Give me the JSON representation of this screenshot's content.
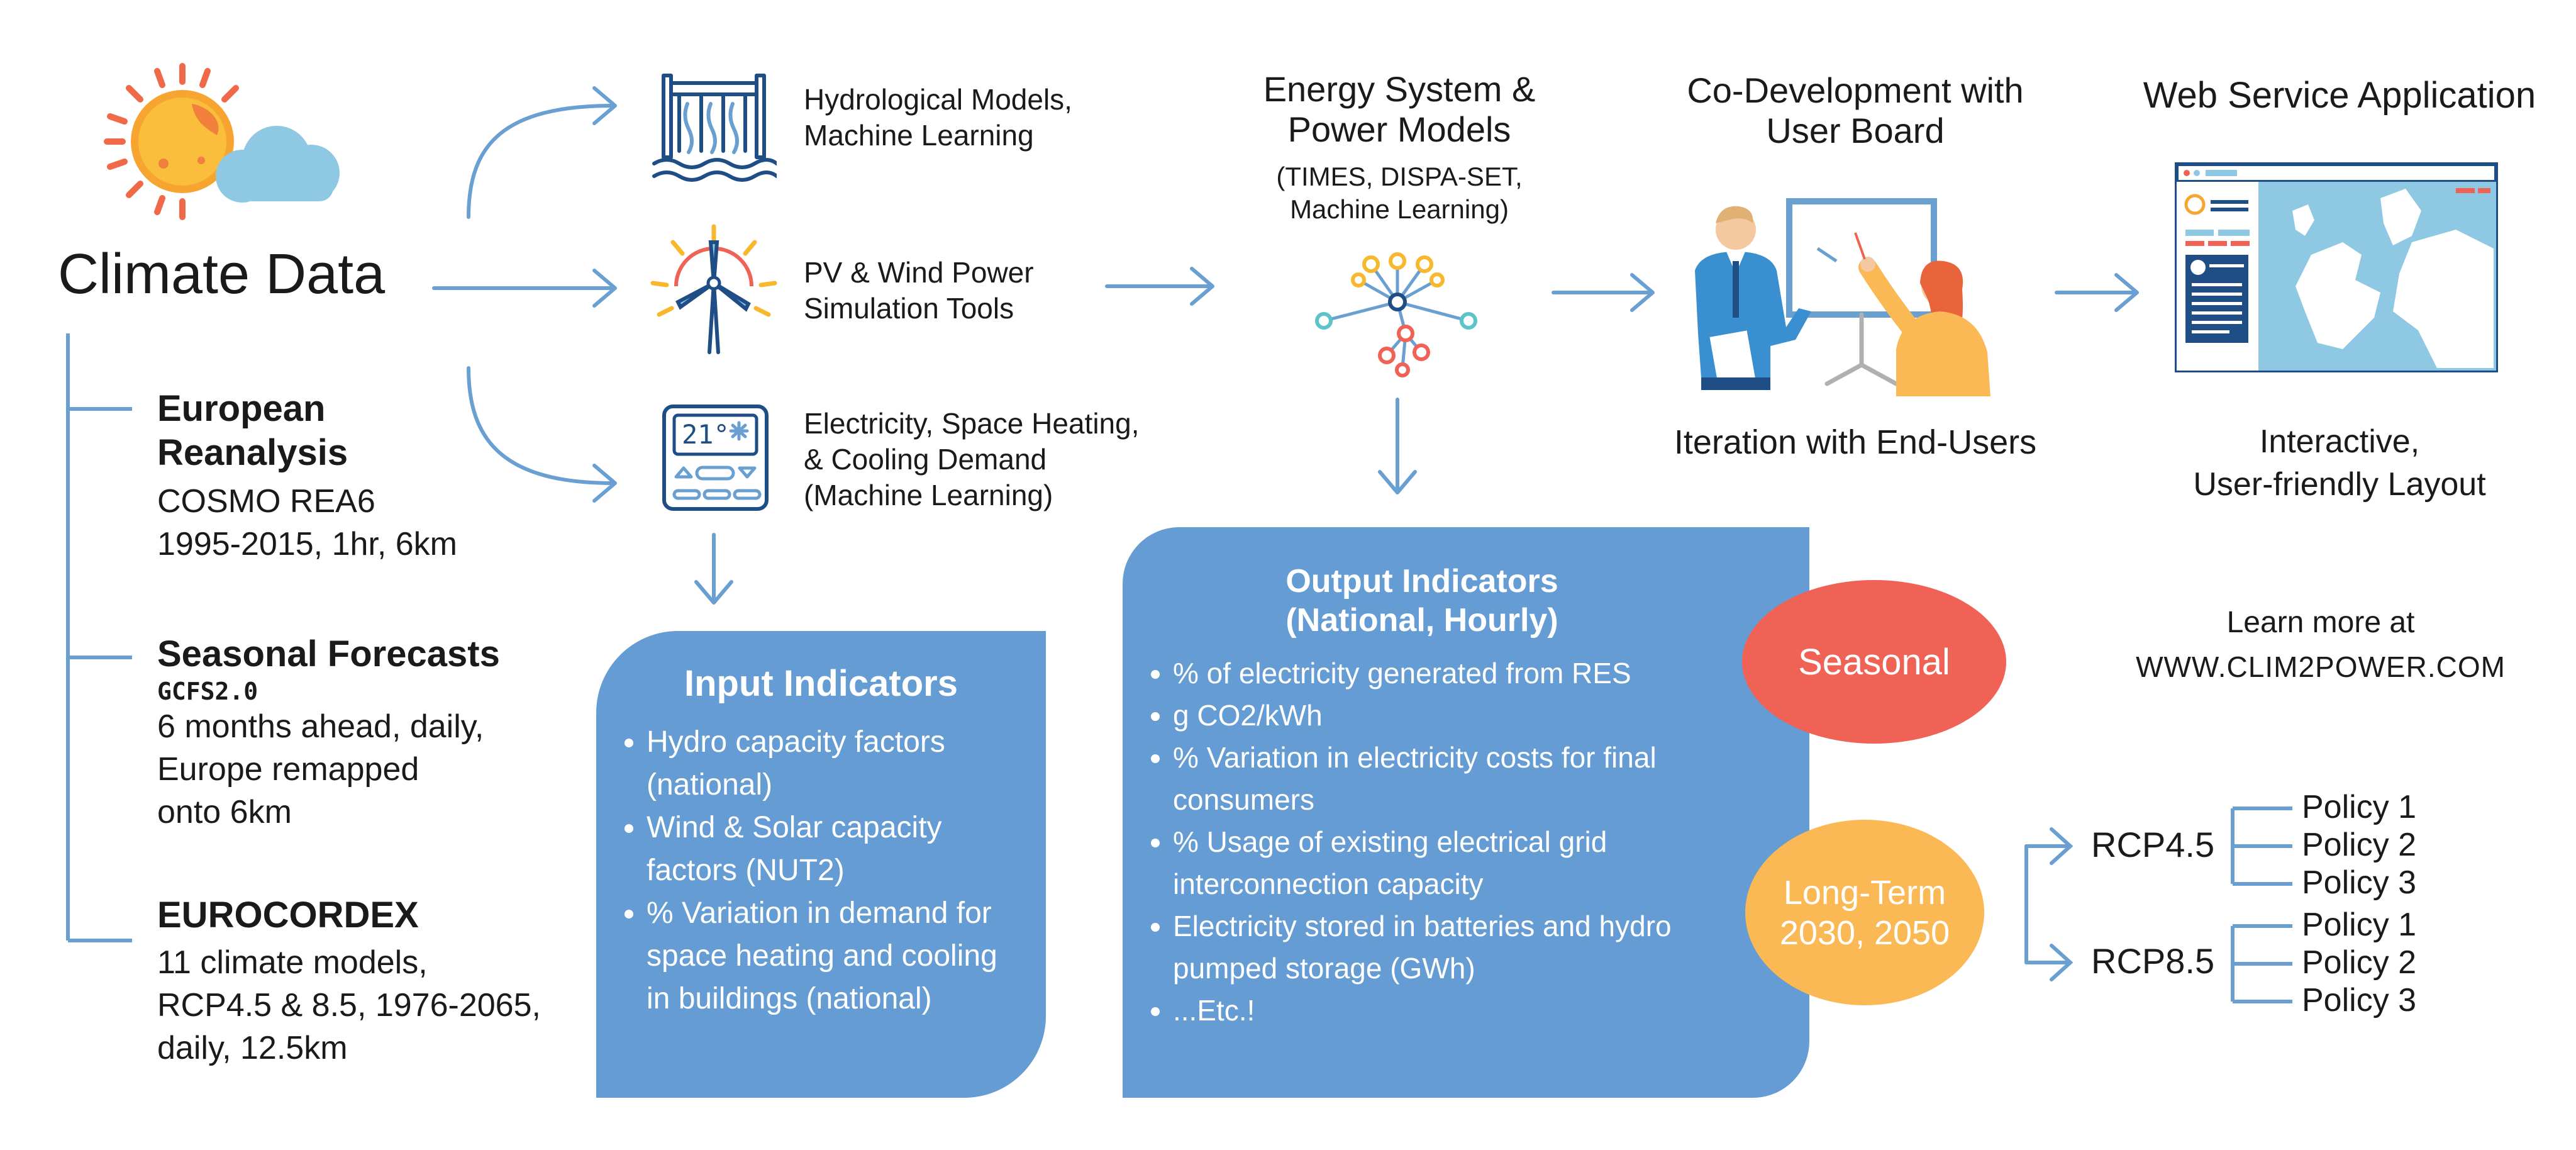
{
  "colors": {
    "arrow": "#6a9fd2",
    "panel": "#649cd3",
    "seasonal": "#ef6255",
    "longterm": "#fbb955",
    "sun": "#f7a531",
    "cloud": "#8fc8e2"
  },
  "climate": {
    "title": "Climate Data",
    "sources": [
      {
        "title": "European Reanalysis",
        "sub": "",
        "lines": [
          "COSMO REA6",
          "1995-2015, 1hr, 6km"
        ]
      },
      {
        "title": "Seasonal Forecasts",
        "sub": "GCFS2.0",
        "lines": [
          "6 months ahead, daily,",
          "Europe remapped",
          "onto 6km"
        ]
      },
      {
        "title": "EUROCORDEX",
        "sub": "",
        "lines": [
          "11 climate models,",
          "RCP4.5 & 8.5, 1976-2065,",
          "daily, 12.5km"
        ]
      }
    ]
  },
  "models": {
    "hydro": [
      "Hydrological Models,",
      "Machine Learning"
    ],
    "pv": [
      "PV & Wind Power",
      "Simulation Tools"
    ],
    "demand": [
      "Electricity, Space Heating,",
      "& Cooling Demand",
      "(Machine Learning)"
    ],
    "thermostat_display": "21°"
  },
  "input_indicators": {
    "title": "Input Indicators",
    "items": [
      "Hydro capacity factors (national)",
      "Wind & Solar capacity factors (NUT2)",
      "% Variation in demand for space heating and cooling in buildings (national)"
    ]
  },
  "energy": {
    "title": [
      "Energy System &",
      "Power Models"
    ],
    "subtitle": [
      "(TIMES, DISPA-SET,",
      "Machine Learning)"
    ]
  },
  "output_indicators": {
    "title": [
      "Output Indicators",
      "(National, Hourly)"
    ],
    "items": [
      "% of electricity generated from RES",
      "g CO2/kWh",
      "% Variation in electricity costs for final consumers",
      "% Usage of existing electrical grid interconnection capacity",
      "Electricity stored in batteries and hydro pumped storage (GWh)",
      "...Etc.!"
    ]
  },
  "codev": {
    "title": [
      "Co-Development with",
      "User Board"
    ],
    "caption": "Iteration with End-Users"
  },
  "web": {
    "title": "Web Service Application",
    "caption": [
      "Interactive,",
      "User-friendly Layout"
    ]
  },
  "learn": {
    "line1": "Learn more at",
    "url": "WWW.CLIM2POWER.COM"
  },
  "seasonal_label": "Seasonal",
  "longterm_label": [
    "Long-Term",
    "2030, 2050"
  ],
  "scenarios": [
    {
      "name": "RCP4.5",
      "policies": [
        "Policy 1",
        "Policy 2",
        "Policy 3"
      ]
    },
    {
      "name": "RCP8.5",
      "policies": [
        "Policy 1",
        "Policy 2",
        "Policy 3"
      ]
    }
  ]
}
